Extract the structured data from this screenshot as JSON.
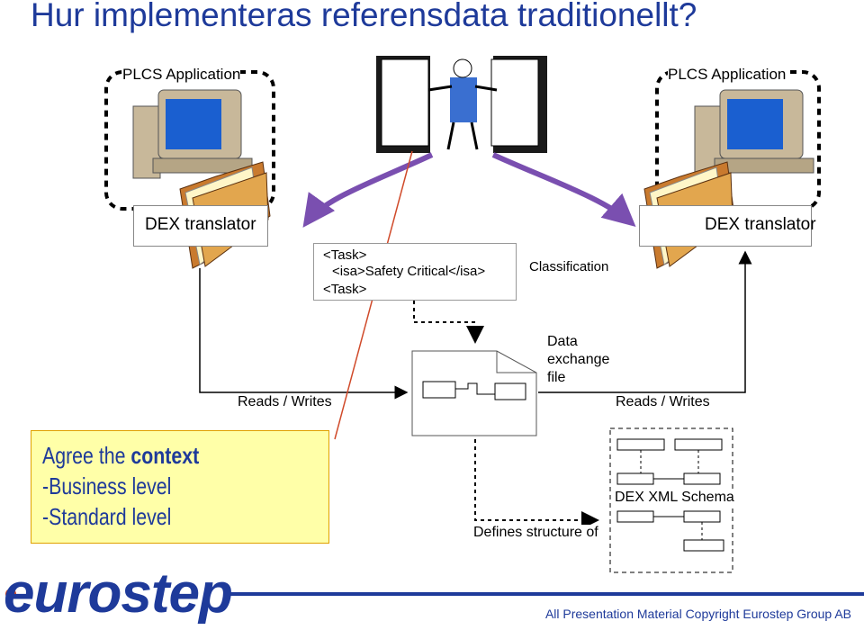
{
  "title": "Hur implementeras referensdata traditionellt?",
  "apps": {
    "left_label": "PLCS Application",
    "right_label": "PLCS Application"
  },
  "translators": {
    "left_label": "DEX translator",
    "right_label": "DEX translator"
  },
  "task_snippet": {
    "line1": "<Task>",
    "line2": "<isa>Safety Critical</isa>",
    "line3": "<Task>"
  },
  "labels": {
    "classification": "Classification",
    "data_exchange_file": "Data exchange file",
    "reads_writes_left": "Reads / Writes",
    "reads_writes_right": "Reads / Writes",
    "defines_structure": "Defines structure of",
    "dex_xml_schema": "DEX XML Schema"
  },
  "context_box": {
    "line1_prefix": "Agree the ",
    "line1_bold": "context",
    "line2": "-Business level",
    "line3": "-Standard level"
  },
  "footer": {
    "logo": "eurostep",
    "copyright": "All Presentation Material Copyright Eurostep Group AB"
  },
  "colors": {
    "title": "#1e3a9a",
    "arrow_purple": "#7a4fb0",
    "context_fill": "#ffffa8",
    "red_line": "#d04a2a"
  }
}
